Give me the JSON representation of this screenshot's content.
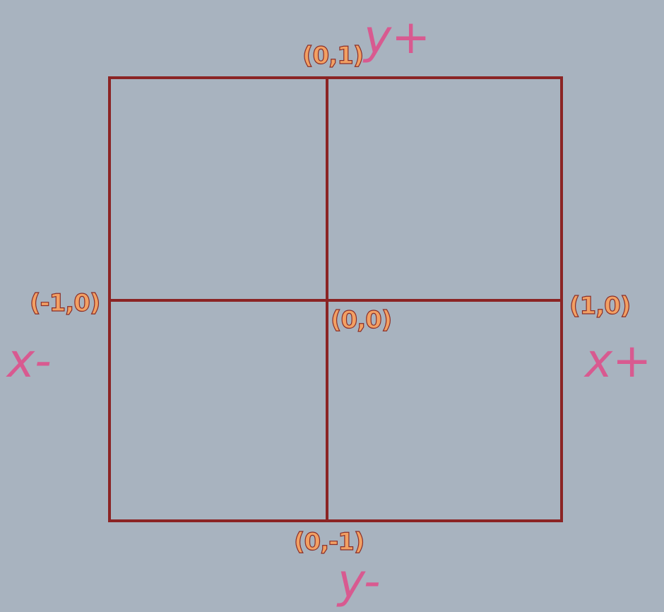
{
  "colors": {
    "background": "#a8b3bf",
    "grid_line": "#8b2424",
    "coord_fill": "#f2a063",
    "coord_outline": "#8a2e28",
    "axis_label": "#d85a90"
  },
  "coordinates": {
    "top": "(0,1)",
    "left": "(-1,0)",
    "center": "(0,0)",
    "right": "(1,0)",
    "bottom": "(0,-1)"
  },
  "axes": {
    "y_positive": "y+",
    "y_negative": "y-",
    "x_positive": "x+",
    "x_negative": "x-"
  }
}
